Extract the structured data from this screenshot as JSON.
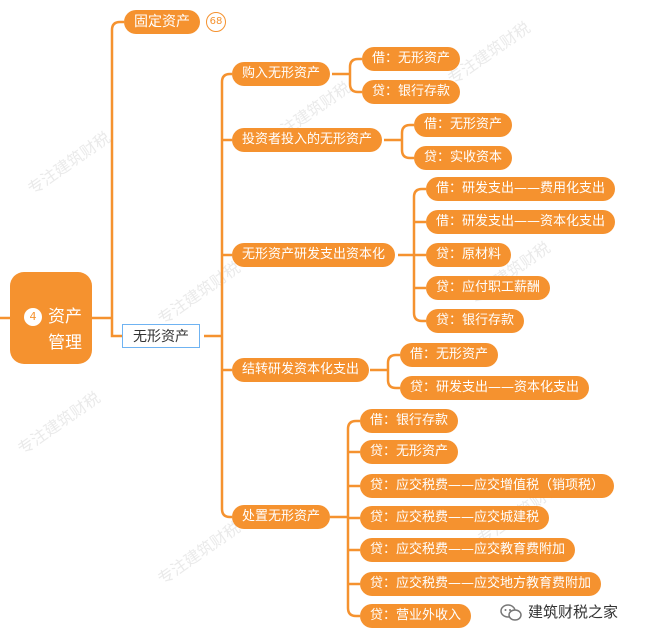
{
  "root": {
    "badge": "4",
    "line1": "资产",
    "line2": "管理"
  },
  "fixed_assets": {
    "label": "固定资产",
    "count": "68"
  },
  "intangible": {
    "label": "无形资产"
  },
  "groups": [
    {
      "label": "购入无形资产",
      "children": [
        "借：无形资产",
        "贷：银行存款"
      ]
    },
    {
      "label": "投资者投入的无形资产",
      "children": [
        "借：无形资产",
        "贷：实收资本"
      ]
    },
    {
      "label": "无形资产研发支出资本化",
      "children": [
        "借：研发支出——费用化支出",
        "借：研发支出——资本化支出",
        "贷：原材料",
        "贷：应付职工薪酬",
        "贷：银行存款"
      ]
    },
    {
      "label": "结转研发资本化支出",
      "children": [
        "借：无形资产",
        "贷：研发支出——资本化支出"
      ]
    },
    {
      "label": "处置无形资产",
      "children": [
        "借：银行存款",
        "贷：无形资产",
        "贷：应交税费——应交增值税（销项税）",
        "贷：应交税费——应交城建税",
        "贷：应交税费——应交教育费附加",
        "贷：应交税费——应交地方教育费附加",
        "贷：营业外收入"
      ]
    }
  ],
  "brand": {
    "name": "建筑财税之家",
    "icon": "wechat-icon"
  },
  "colors": {
    "node": "#F5922F",
    "link": "#F5922F",
    "selection": "#6FB3F2"
  }
}
